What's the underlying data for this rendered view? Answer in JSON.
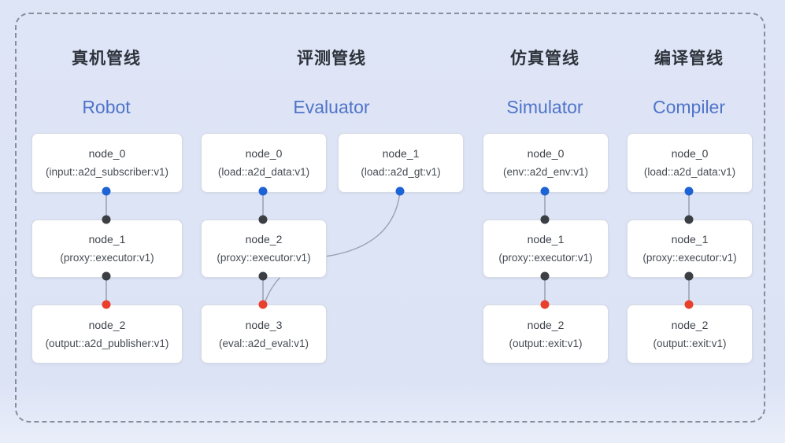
{
  "figure": {
    "type": "pipeline-diagram",
    "background_color": "#dce3f5",
    "frame_border_color": "#878e9a",
    "edge_line_color": "#8e95a2",
    "port_colors": {
      "blue": "#1e63d5",
      "black": "#3b3e43",
      "red": "#e9402e"
    },
    "title_zh_color": "#2e333b",
    "title_en_color": "#5074c8"
  },
  "pipelines": [
    {
      "id": "robot",
      "title_zh": "真机管线",
      "title_en": "Robot",
      "nodes": [
        {
          "name": "node_0",
          "detail": "(input::a2d_subscriber:v1)",
          "top_port": null,
          "bottom_port": "blue"
        },
        {
          "name": "node_1",
          "detail": "(proxy::executor:v1)",
          "top_port": "black",
          "bottom_port": "black"
        },
        {
          "name": "node_2",
          "detail": "(output::a2d_publisher:v1)",
          "top_port": "red",
          "bottom_port": null
        }
      ],
      "edges": [
        "node_0->node_1",
        "node_1->node_2"
      ]
    },
    {
      "id": "evaluator",
      "title_zh": "评测管线",
      "title_en": "Evaluator",
      "nodes": [
        {
          "name": "node_0",
          "detail": "(load::a2d_data:v1)",
          "top_port": null,
          "bottom_port": "blue"
        },
        {
          "name": "node_1",
          "detail": "(load::a2d_gt:v1)",
          "top_port": null,
          "bottom_port": "blue"
        },
        {
          "name": "node_2",
          "detail": "(proxy::executor:v1)",
          "top_port": "black",
          "bottom_port": "black"
        },
        {
          "name": "node_3",
          "detail": "(eval::a2d_eval:v1)",
          "top_port": "red",
          "bottom_port": null
        }
      ],
      "edges": [
        "node_0->node_2",
        "node_2->node_3",
        "node_1->node_3"
      ]
    },
    {
      "id": "simulator",
      "title_zh": "仿真管线",
      "title_en": "Simulator",
      "nodes": [
        {
          "name": "node_0",
          "detail": "(env::a2d_env:v1)",
          "top_port": null,
          "bottom_port": "blue"
        },
        {
          "name": "node_1",
          "detail": "(proxy::executor:v1)",
          "top_port": "black",
          "bottom_port": "black"
        },
        {
          "name": "node_2",
          "detail": "(output::exit:v1)",
          "top_port": "red",
          "bottom_port": null
        }
      ],
      "edges": [
        "node_0->node_1",
        "node_1->node_2"
      ]
    },
    {
      "id": "compiler",
      "title_zh": "编译管线",
      "title_en": "Compiler",
      "nodes": [
        {
          "name": "node_0",
          "detail": "(load::a2d_data:v1)",
          "top_port": null,
          "bottom_port": "blue"
        },
        {
          "name": "node_1",
          "detail": "(proxy::executor:v1)",
          "top_port": "black",
          "bottom_port": "black"
        },
        {
          "name": "node_2",
          "detail": "(output::exit:v1)",
          "top_port": "red",
          "bottom_port": null
        }
      ],
      "edges": [
        "node_0->node_1",
        "node_1->node_2"
      ]
    }
  ]
}
